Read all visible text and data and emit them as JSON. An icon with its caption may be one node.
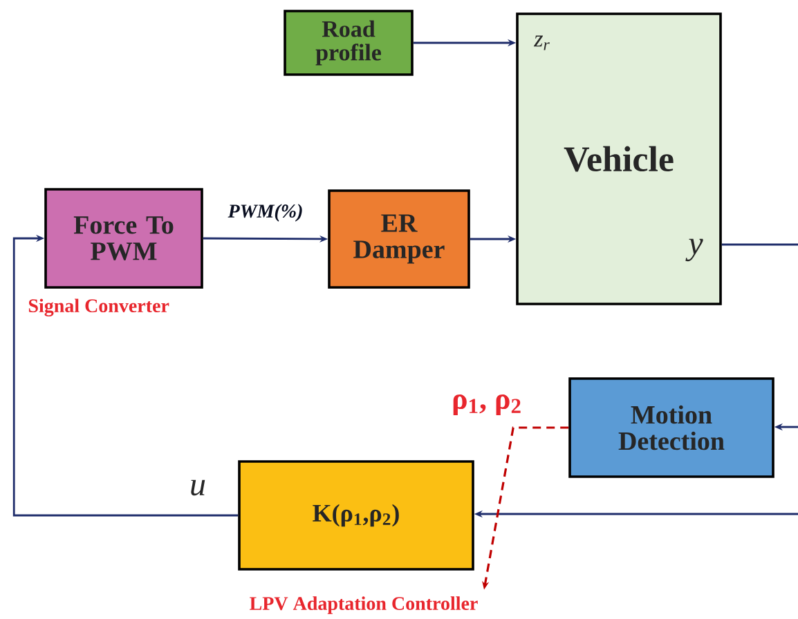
{
  "diagram": {
    "nodes": [
      {
        "text": [
          "Road profile"
        ]
      },
      {
        "text": [
          "Vehicle"
        ]
      },
      {
        "text": [
          "Force To PWM"
        ],
        "beside": [
          "Signal Converter"
        ]
      },
      {
        "text": [
          "ER Damper"
        ]
      },
      {
        "text": [
          "Motion Detection"
        ]
      },
      {
        "text": [
          "K(ρ$_{1}$,ρ$_{2}$)"
        ]
      },
      {
        "text": [
          "LPV Adaptation Controller"
        ]
      }
    ],
    "edges": [
      {
        "from": 0,
        "to": 1,
        "arrow": "to"
      },
      {
        "from": 2,
        "to": 3,
        "arrow": "to",
        "label": "PWM(%)"
      },
      {
        "from": 3,
        "to": 1,
        "arrow": "to"
      },
      {
        "from": 1,
        "to": null,
        "arrow": "none"
      },
      {
        "from": null,
        "to": 4,
        "arrow": "to"
      },
      {
        "from": null,
        "to": 5,
        "arrow": "to"
      },
      {
        "from": 5,
        "to": 2,
        "arrow": "to"
      },
      {
        "from": 4,
        "to": 6,
        "arrow": "to",
        "label": "ρ$_{1}$, ρ$_{2}$",
        "style": "dashed",
        "color": "#c00000"
      }
    ],
    "labels": [
      "z$_{r}$",
      "y",
      "u"
    ]
  }
}
